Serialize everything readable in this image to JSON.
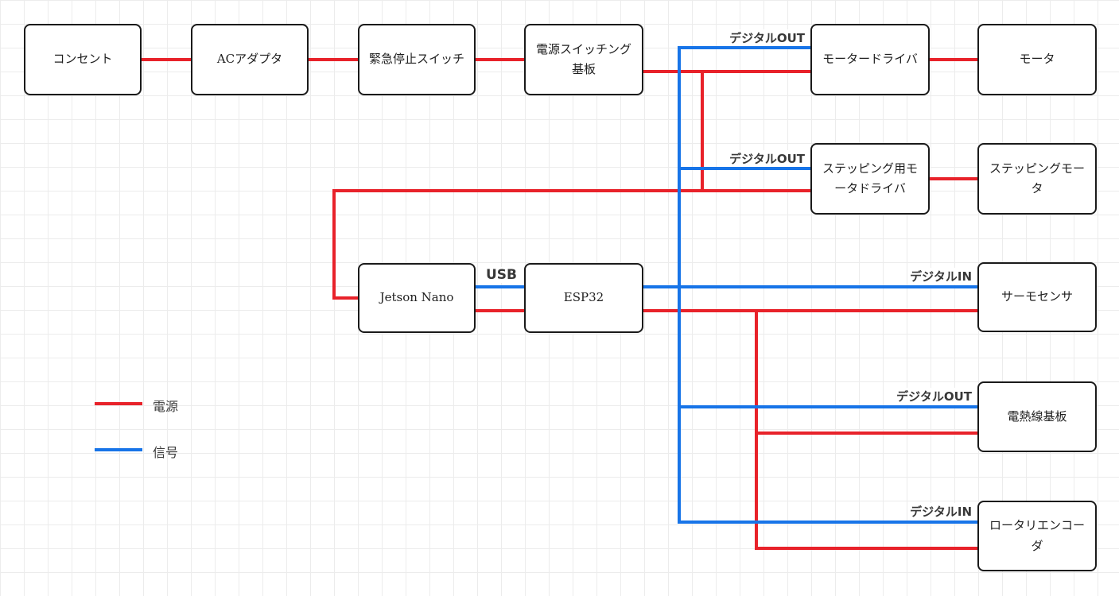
{
  "diagram": {
    "colors": {
      "power": "#e8222a",
      "signal": "#1774e8"
    },
    "nodes": {
      "outlet": {
        "label": "コンセント"
      },
      "ac_adapter": {
        "label": "ACアダプタ"
      },
      "emergency_stop": {
        "label": "緊急停止スイッチ"
      },
      "power_switching": {
        "label": "電源スイッチング基板"
      },
      "motor_driver": {
        "label": "モータードライバ"
      },
      "motor": {
        "label": "モータ"
      },
      "stepping_driver": {
        "label": "ステッピング用モータドライバ"
      },
      "stepping_motor": {
        "label": "ステッピングモータ"
      },
      "jetson": {
        "label": "Jetson Nano"
      },
      "esp32": {
        "label": "ESP32"
      },
      "thermo_sensor": {
        "label": "サーモセンサ"
      },
      "heater_board": {
        "label": "電熱線基板"
      },
      "rotary_encoder": {
        "label": "ロータリエンコーダ"
      }
    },
    "edge_labels": {
      "motor_driver_signal": "デジタルOUT",
      "stepping_driver_signal": "デジタルOUT",
      "usb": "USB",
      "thermo_signal": "デジタルIN",
      "heater_signal": "デジタルOUT",
      "rotary_signal": "デジタルIN"
    },
    "legend": {
      "power_label": "電源",
      "signal_label": "信号"
    }
  }
}
